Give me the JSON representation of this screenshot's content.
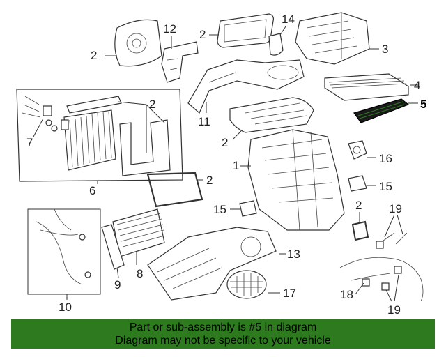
{
  "callouts": {
    "c1": "1",
    "c2a": "2",
    "c2b": "2",
    "c2c": "2",
    "c2d": "2",
    "c2e": "2",
    "c2f": "2",
    "c3": "3",
    "c4": "4",
    "c5": "5",
    "c6": "6",
    "c7": "7",
    "c8": "8",
    "c9": "9",
    "c10": "10",
    "c11": "11",
    "c12": "12",
    "c13": "13",
    "c14": "14",
    "c15a": "15",
    "c15b": "15",
    "c16": "16",
    "c17": "17",
    "c18": "18",
    "c19a": "19",
    "c19b": "19"
  },
  "highlighted_part": "5",
  "banner": {
    "line1": "Part or sub-assembly is #5 in diagram",
    "line2": "Diagram may not be specific to your vehicle",
    "background": "#2d7a1f"
  }
}
